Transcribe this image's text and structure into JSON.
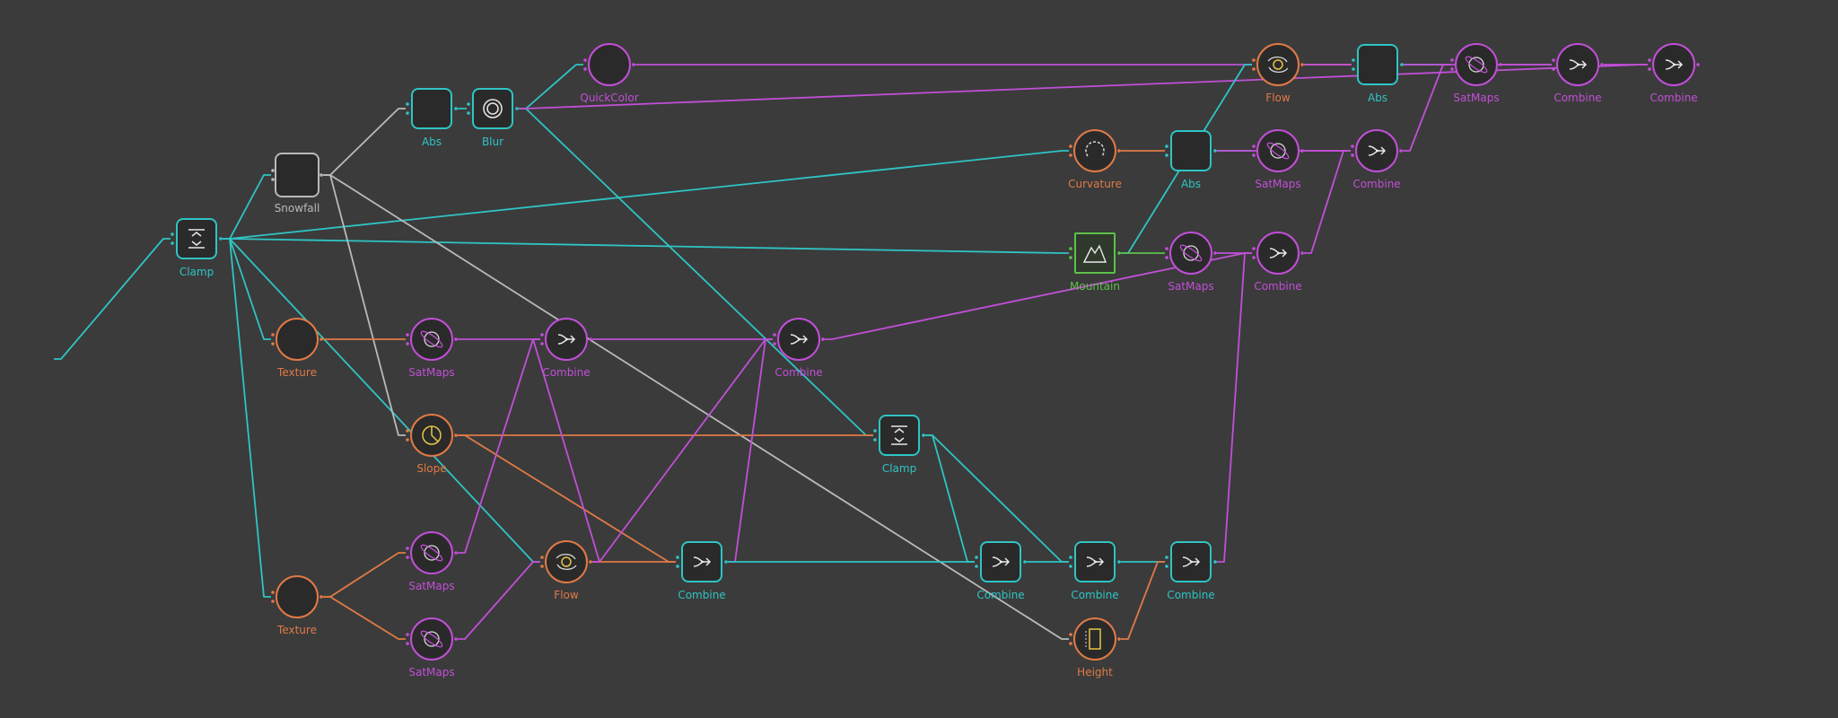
{
  "colors": {
    "background": "#3b3b3b",
    "cyan": "#2fc4c4",
    "magenta": "#c24fd8",
    "orange": "#e07a46",
    "gray": "#b9b9b9",
    "green": "#5ec04c",
    "node_fill": "#2a2a2a",
    "yellow": "#e6c547"
  },
  "nodes": [
    {
      "id": "clamp1",
      "label": "Clamp",
      "shape": "rect",
      "color": "cyan",
      "icon": "clamp-icon"
    },
    {
      "id": "snowfall",
      "label": "Snowfall",
      "shape": "rect",
      "color": "gray",
      "icon": "snowfall-icon"
    },
    {
      "id": "abs1",
      "label": "Abs",
      "shape": "rect",
      "color": "cyan",
      "icon": "abs-icon"
    },
    {
      "id": "blur",
      "label": "Blur",
      "shape": "rect",
      "color": "cyan",
      "icon": "blur-icon"
    },
    {
      "id": "quickcolor",
      "label": "QuickColor",
      "shape": "circle",
      "color": "magenta",
      "icon": "quickcolor-icon"
    },
    {
      "id": "flow1",
      "label": "Flow",
      "shape": "circle",
      "color": "orange",
      "icon": "flow-icon"
    },
    {
      "id": "abs2",
      "label": "Abs",
      "shape": "rect",
      "color": "cyan",
      "icon": "abs-icon"
    },
    {
      "id": "satmaps1",
      "label": "SatMaps",
      "shape": "circle",
      "color": "magenta",
      "icon": "satmaps-icon"
    },
    {
      "id": "combine1",
      "label": "Combine",
      "shape": "circle",
      "color": "magenta",
      "icon": "combine-icon"
    },
    {
      "id": "combine2",
      "label": "Combine",
      "shape": "circle",
      "color": "magenta",
      "icon": "combine-icon"
    },
    {
      "id": "curvature",
      "label": "Curvature",
      "shape": "circle",
      "color": "orange",
      "icon": "curvature-icon"
    },
    {
      "id": "abs3",
      "label": "Abs",
      "shape": "rect",
      "color": "cyan",
      "icon": "abs-icon"
    },
    {
      "id": "satmaps2",
      "label": "SatMaps",
      "shape": "circle",
      "color": "magenta",
      "icon": "satmaps-icon"
    },
    {
      "id": "combine3",
      "label": "Combine",
      "shape": "circle",
      "color": "magenta",
      "icon": "combine-icon"
    },
    {
      "id": "mountain",
      "label": "Mountain",
      "shape": "rect",
      "color": "green",
      "icon": "mountain-icon"
    },
    {
      "id": "satmaps3",
      "label": "SatMaps",
      "shape": "circle",
      "color": "magenta",
      "icon": "satmaps-icon"
    },
    {
      "id": "combine4",
      "label": "Combine",
      "shape": "circle",
      "color": "magenta",
      "icon": "combine-icon"
    },
    {
      "id": "texture1",
      "label": "Texture",
      "shape": "circle",
      "color": "orange",
      "icon": "texture-icon"
    },
    {
      "id": "satmaps4",
      "label": "SatMaps",
      "shape": "circle",
      "color": "magenta",
      "icon": "satmaps-icon"
    },
    {
      "id": "combine5",
      "label": "Combine",
      "shape": "circle",
      "color": "magenta",
      "icon": "combine-icon"
    },
    {
      "id": "combine6",
      "label": "Combine",
      "shape": "circle",
      "color": "magenta",
      "icon": "combine-icon"
    },
    {
      "id": "slope",
      "label": "Slope",
      "shape": "circle",
      "color": "orange",
      "icon": "slope-icon"
    },
    {
      "id": "clamp2",
      "label": "Clamp",
      "shape": "rect",
      "color": "cyan",
      "icon": "clamp-icon"
    },
    {
      "id": "texture2",
      "label": "Texture",
      "shape": "circle",
      "color": "orange",
      "icon": "texture-icon"
    },
    {
      "id": "satmaps5",
      "label": "SatMaps",
      "shape": "circle",
      "color": "magenta",
      "icon": "satmaps-icon"
    },
    {
      "id": "satmaps6",
      "label": "SatMaps",
      "shape": "circle",
      "color": "magenta",
      "icon": "satmaps-icon"
    },
    {
      "id": "flow2",
      "label": "Flow",
      "shape": "circle",
      "color": "orange",
      "icon": "flow-icon"
    },
    {
      "id": "combine7",
      "label": "Combine",
      "shape": "rect",
      "color": "cyan",
      "icon": "combine-icon"
    },
    {
      "id": "combine8",
      "label": "Combine",
      "shape": "rect",
      "color": "cyan",
      "icon": "combine-icon"
    },
    {
      "id": "combine9",
      "label": "Combine",
      "shape": "rect",
      "color": "cyan",
      "icon": "combine-icon"
    },
    {
      "id": "combine10",
      "label": "Combine",
      "shape": "rect",
      "color": "cyan",
      "icon": "combine-icon"
    },
    {
      "id": "height",
      "label": "Height",
      "shape": "circle",
      "color": "orange",
      "icon": "height-icon"
    }
  ],
  "edges": [
    {
      "from": "input",
      "to": "clamp1",
      "color": "cyan"
    },
    {
      "from": "clamp1",
      "to": "snowfall",
      "color": "cyan"
    },
    {
      "from": "clamp1",
      "to": "texture1",
      "color": "cyan"
    },
    {
      "from": "clamp1",
      "to": "texture2",
      "color": "cyan"
    },
    {
      "from": "clamp1",
      "to": "mountain",
      "color": "cyan"
    },
    {
      "from": "clamp1",
      "to": "curvature",
      "color": "cyan"
    },
    {
      "from": "clamp1",
      "to": "flow2",
      "color": "cyan"
    },
    {
      "from": "snowfall",
      "to": "abs1",
      "color": "gray"
    },
    {
      "from": "snowfall",
      "to": "slope",
      "color": "gray"
    },
    {
      "from": "snowfall",
      "to": "height",
      "color": "gray"
    },
    {
      "from": "abs1",
      "to": "blur",
      "color": "cyan"
    },
    {
      "from": "blur",
      "to": "quickcolor",
      "color": "cyan"
    },
    {
      "from": "blur",
      "to": "clamp2",
      "color": "cyan"
    },
    {
      "from": "blur",
      "to": "combine2",
      "color": "magenta"
    },
    {
      "from": "quickcolor",
      "to": "flow1",
      "color": "magenta"
    },
    {
      "from": "mountain",
      "to": "flow1",
      "color": "cyan"
    },
    {
      "from": "flow1",
      "to": "abs2",
      "color": "orange"
    },
    {
      "from": "flow1",
      "to": "abs2",
      "color": "magenta"
    },
    {
      "from": "abs2",
      "to": "satmaps1",
      "color": "cyan"
    },
    {
      "from": "abs2",
      "to": "combine1",
      "color": "magenta"
    },
    {
      "from": "satmaps1",
      "to": "combine1",
      "color": "magenta"
    },
    {
      "from": "combine1",
      "to": "combine2",
      "color": "magenta"
    },
    {
      "from": "curvature",
      "to": "abs3",
      "color": "orange"
    },
    {
      "from": "abs3",
      "to": "satmaps2",
      "color": "cyan"
    },
    {
      "from": "satmaps2",
      "to": "combine3",
      "color": "magenta"
    },
    {
      "from": "abs3",
      "to": "combine3",
      "color": "magenta"
    },
    {
      "from": "combine3",
      "to": "satmaps1",
      "color": "magenta"
    },
    {
      "from": "mountain",
      "to": "satmaps3",
      "color": "green"
    },
    {
      "from": "satmaps3",
      "to": "combine4",
      "color": "magenta"
    },
    {
      "from": "combine4",
      "to": "combine3",
      "color": "magenta"
    },
    {
      "from": "texture1",
      "to": "satmaps4",
      "color": "orange"
    },
    {
      "from": "satmaps4",
      "to": "combine5",
      "color": "magenta"
    },
    {
      "from": "combine5",
      "to": "combine6",
      "color": "magenta"
    },
    {
      "from": "combine6",
      "to": "combine4",
      "color": "magenta"
    },
    {
      "from": "slope",
      "to": "clamp2",
      "color": "orange"
    },
    {
      "from": "slope",
      "to": "combine7",
      "color": "orange"
    },
    {
      "from": "clamp2",
      "to": "combine8",
      "color": "cyan"
    },
    {
      "from": "clamp2",
      "to": "combine9",
      "color": "cyan"
    },
    {
      "from": "texture2",
      "to": "satmaps5",
      "color": "orange"
    },
    {
      "from": "texture2",
      "to": "satmaps6",
      "color": "orange"
    },
    {
      "from": "satmaps5",
      "to": "combine5",
      "color": "magenta"
    },
    {
      "from": "satmaps6",
      "to": "flow2",
      "color": "magenta"
    },
    {
      "from": "flow2",
      "to": "combine6",
      "color": "magenta"
    },
    {
      "from": "flow2",
      "to": "combine7",
      "color": "orange"
    },
    {
      "from": "combine7",
      "to": "combine6",
      "color": "magenta"
    },
    {
      "from": "combine7",
      "to": "combine8",
      "color": "cyan"
    },
    {
      "from": "combine8",
      "to": "combine9",
      "color": "cyan"
    },
    {
      "from": "combine9",
      "to": "combine10",
      "color": "cyan"
    },
    {
      "from": "height",
      "to": "combine10",
      "color": "orange"
    },
    {
      "from": "combine10",
      "to": "combine4",
      "color": "magenta"
    },
    {
      "from": "flow2",
      "to": "combine5",
      "color": "magenta"
    }
  ]
}
